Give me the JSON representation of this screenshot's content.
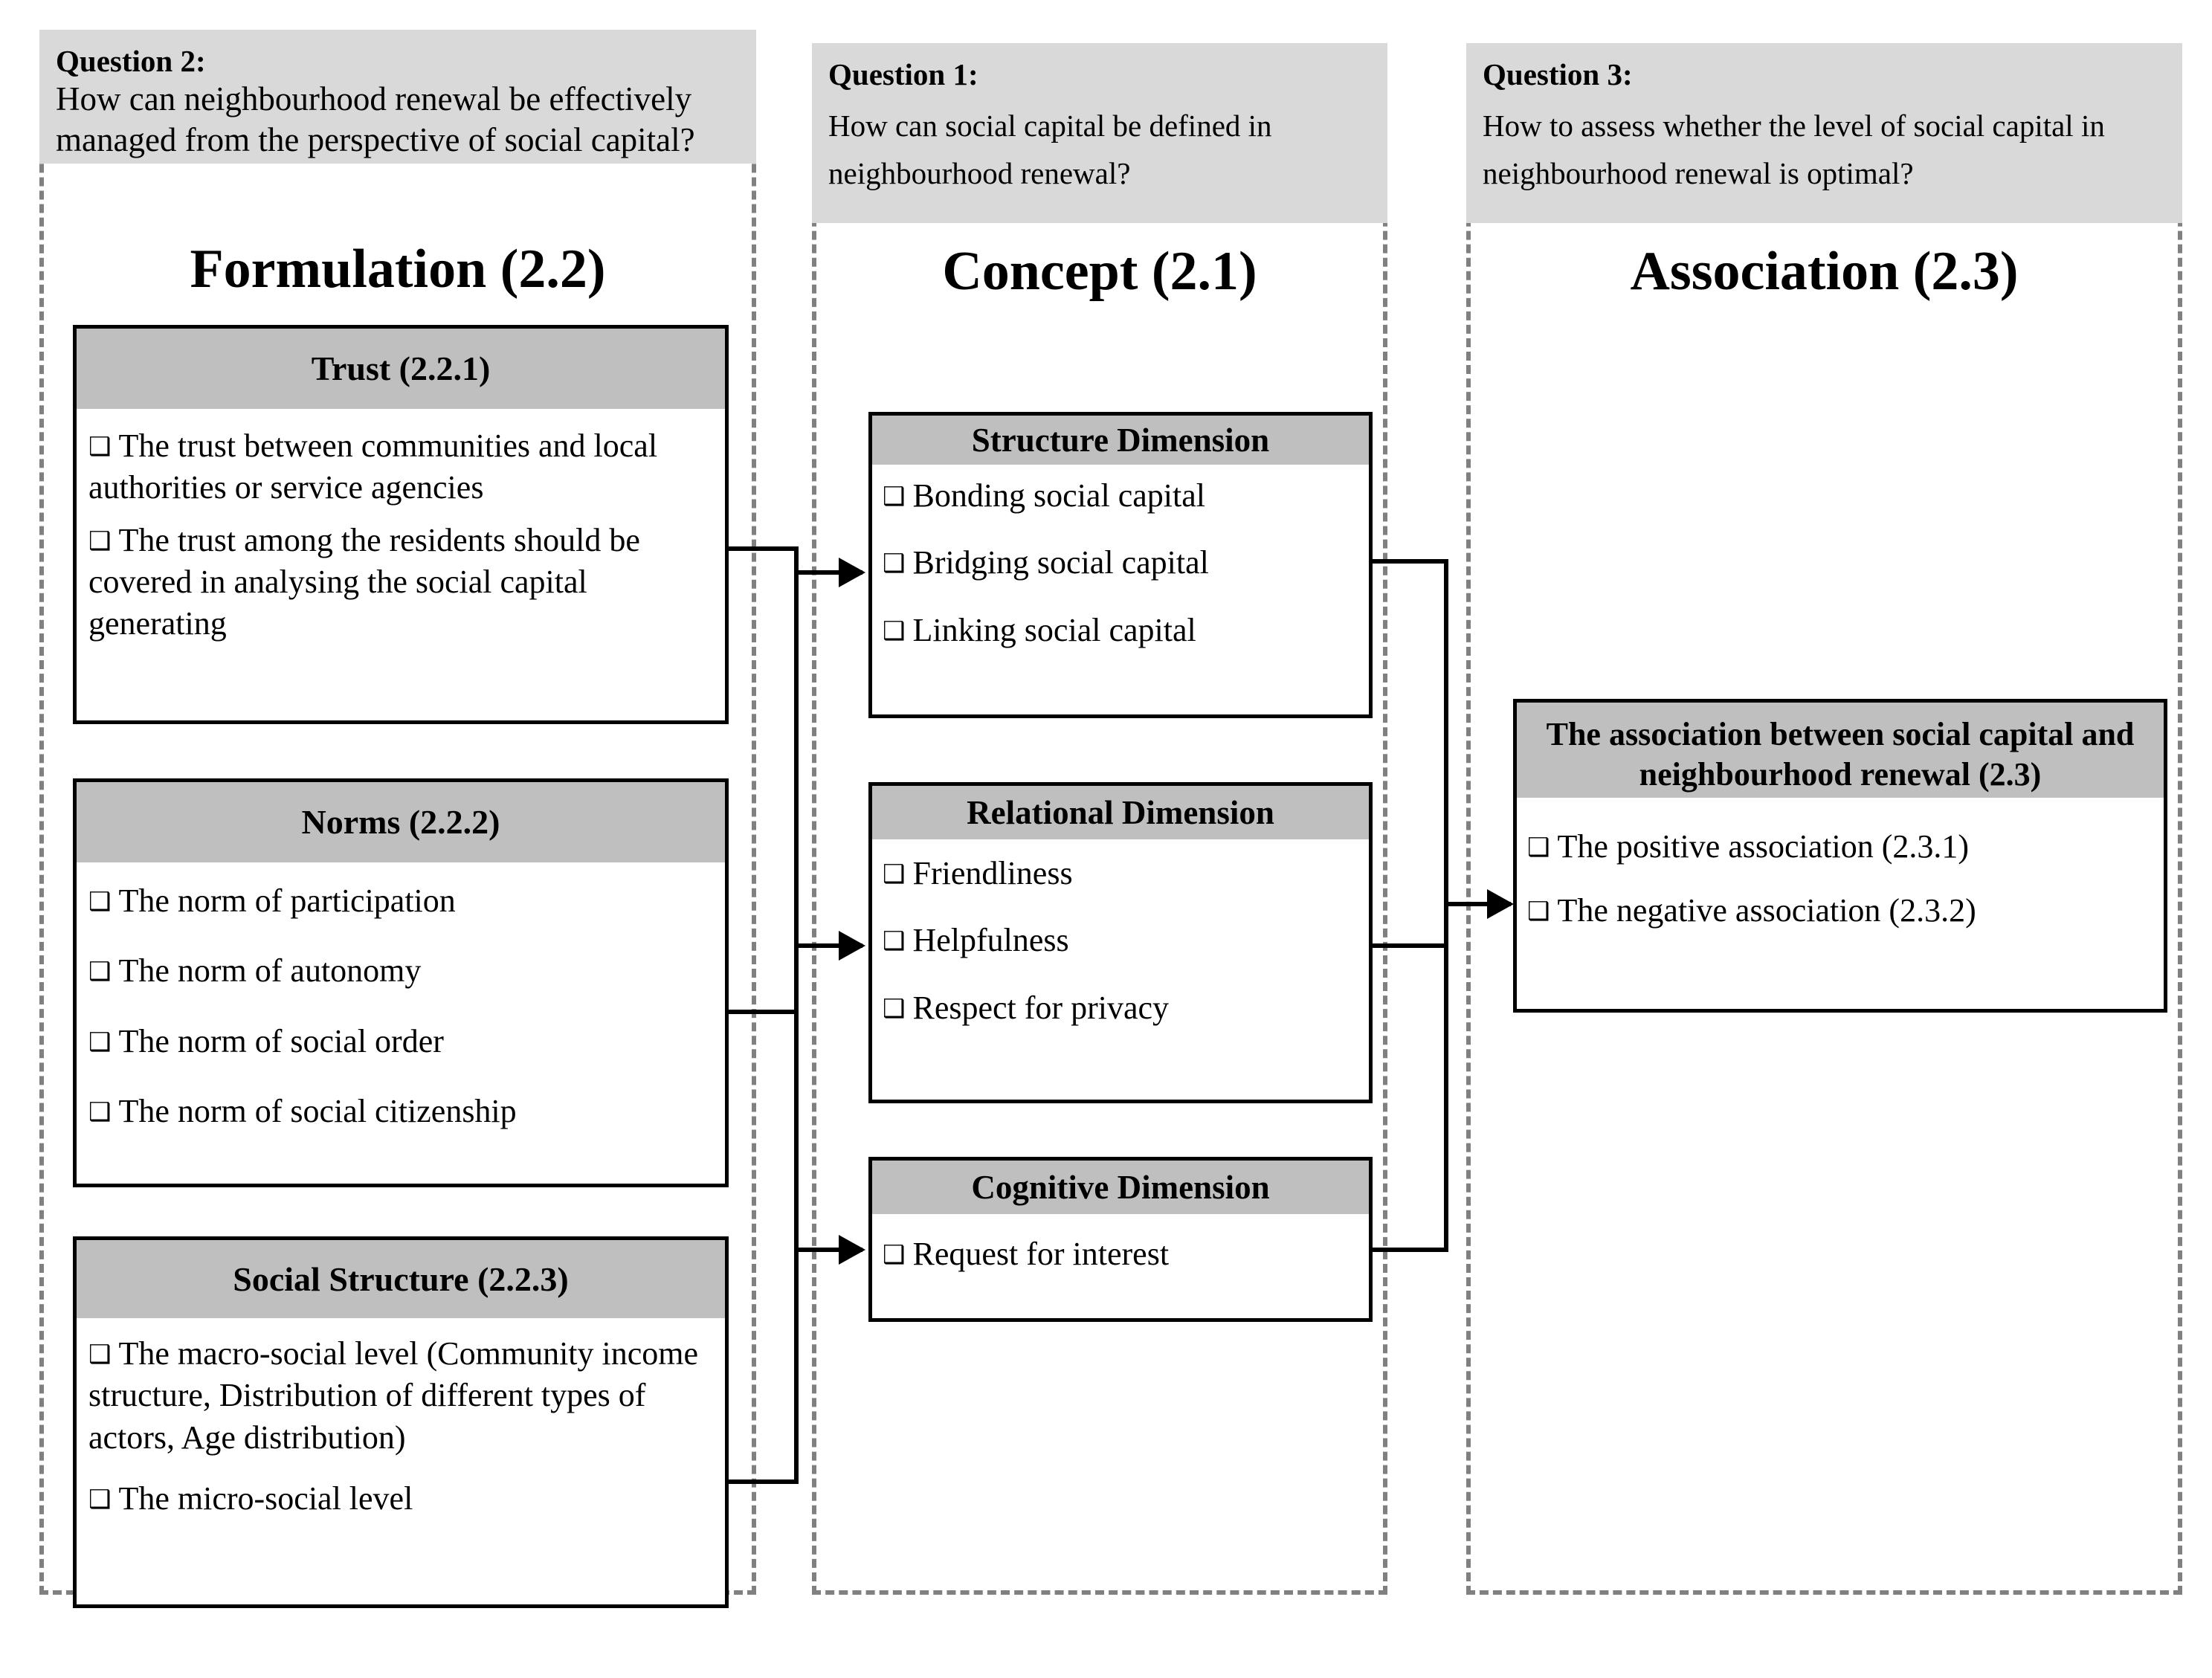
{
  "columns": [
    {
      "id": "formulation",
      "question_label": "Question 2:",
      "question_text": "How can neighbourhood renewal be effectively managed from the perspective of social capital?",
      "title": "Formulation (2.2)",
      "boxes": [
        {
          "header": "Trust (2.2.1)",
          "items": [
            "The trust between communities and local authorities or service agencies",
            "The trust among the residents should be covered in analysing the social capital generating"
          ]
        },
        {
          "header": "Norms (2.2.2)",
          "items": [
            "The norm of participation",
            "The norm of autonomy",
            "The norm of social order",
            "The norm of social citizenship"
          ]
        },
        {
          "header": "Social Structure (2.2.3)",
          "items": [
            "The macro-social level (Community income structure, Distribution of different types of actors, Age distribution)",
            "The micro-social level"
          ]
        }
      ]
    },
    {
      "id": "concept",
      "question_label": "Question 1:",
      "question_text": "How can social capital be defined in neighbourhood renewal?",
      "title": "Concept (2.1)",
      "boxes": [
        {
          "header": "Structure Dimension",
          "items": [
            "Bonding social capital",
            "Bridging social capital",
            "Linking social capital"
          ]
        },
        {
          "header": "Relational Dimension",
          "items": [
            "Friendliness",
            "Helpfulness",
            "Respect for privacy"
          ]
        },
        {
          "header": "Cognitive Dimension",
          "items": [
            "Request for interest"
          ]
        }
      ]
    },
    {
      "id": "association",
      "question_label": "Question 3:",
      "question_text": "How to assess whether the level of social capital in neighbourhood renewal is optimal?",
      "title": "Association (2.3)",
      "boxes": [
        {
          "header": "The association between social capital and neighbourhood renewal (2.3)",
          "items": [
            "The positive association (2.3.1)",
            "The negative association (2.3.2)"
          ]
        }
      ]
    }
  ],
  "icons": {
    "checkbox": "❑"
  },
  "colors": {
    "question_panel_fill": "#D9D9D9",
    "box_header_fill": "#BFBFBF",
    "box_border": "#000000",
    "column_border": "#808080",
    "connector": "#000000",
    "background": "#FFFFFF"
  }
}
